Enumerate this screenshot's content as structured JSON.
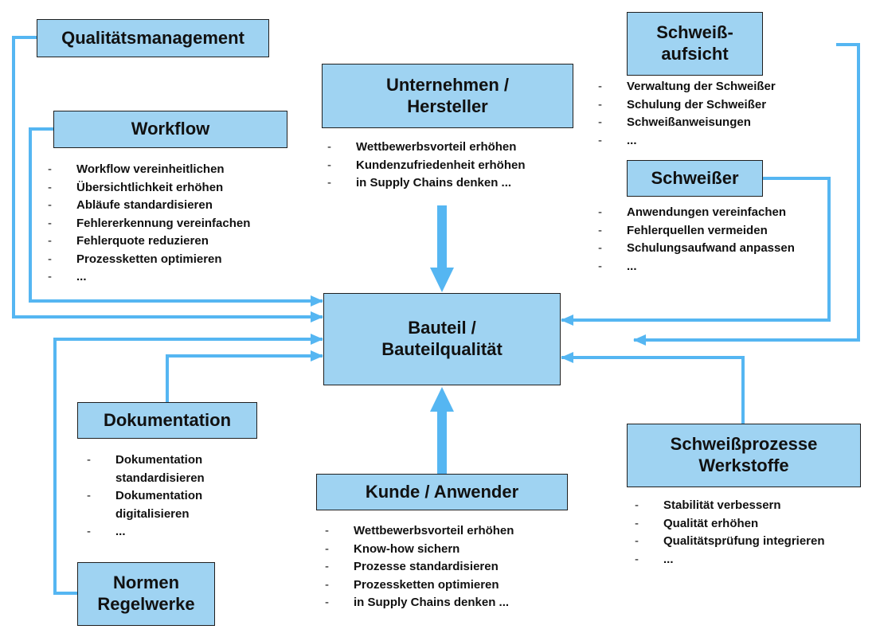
{
  "colors": {
    "box_fill": "#9fd3f2",
    "connector": "#55b6f2",
    "border": "#1f1f1f"
  },
  "center": {
    "line1": "Bauteil /",
    "line2": "Bauteilqualität"
  },
  "qm": {
    "title": "Qualitätsmanagement"
  },
  "workflow": {
    "title": "Workflow",
    "items": [
      "Workflow vereinheitlichen",
      "Übersichtlichkeit erhöhen",
      "Abläufe standardisieren",
      "Fehlererkennung vereinfachen",
      "Fehlerquote reduzieren",
      "Prozessketten optimieren",
      "..."
    ]
  },
  "unternehmen": {
    "line1": "Unternehmen /",
    "line2": "Hersteller",
    "items": [
      "Wettbewerbsvorteil erhöhen",
      "Kundenzufriedenheit erhöhen",
      "in Supply Chains denken ..."
    ]
  },
  "aufsicht": {
    "line1": "Schweiß-",
    "line2": "aufsicht",
    "items": [
      "Verwaltung der Schweißer",
      "Schulung der Schweißer",
      "Schweißanweisungen",
      "..."
    ]
  },
  "schweisser": {
    "title": "Schweißer",
    "items": [
      "Anwendungen vereinfachen",
      "Fehlerquellen vermeiden",
      "Schulungsaufwand anpassen",
      "..."
    ]
  },
  "doku": {
    "title": "Dokumentation",
    "items": [
      [
        "Dokumentation",
        "standardisieren"
      ],
      [
        "Dokumentation",
        "digitalisieren"
      ],
      [
        "..."
      ]
    ]
  },
  "kunde": {
    "title": "Kunde / Anwender",
    "items": [
      "Wettbewerbsvorteil erhöhen",
      "Know-how sichern",
      "Prozesse standardisieren",
      "Prozessketten optimieren",
      "in Supply Chains denken ..."
    ]
  },
  "prozesse": {
    "line1": "Schweißprozesse",
    "line2": "Werkstoffe",
    "items": [
      "Stabilität verbessern",
      "Qualität erhöhen",
      "Qualitätsprüfung integrieren",
      "..."
    ]
  },
  "normen": {
    "line1": "Normen",
    "line2": "Regelwerke"
  }
}
